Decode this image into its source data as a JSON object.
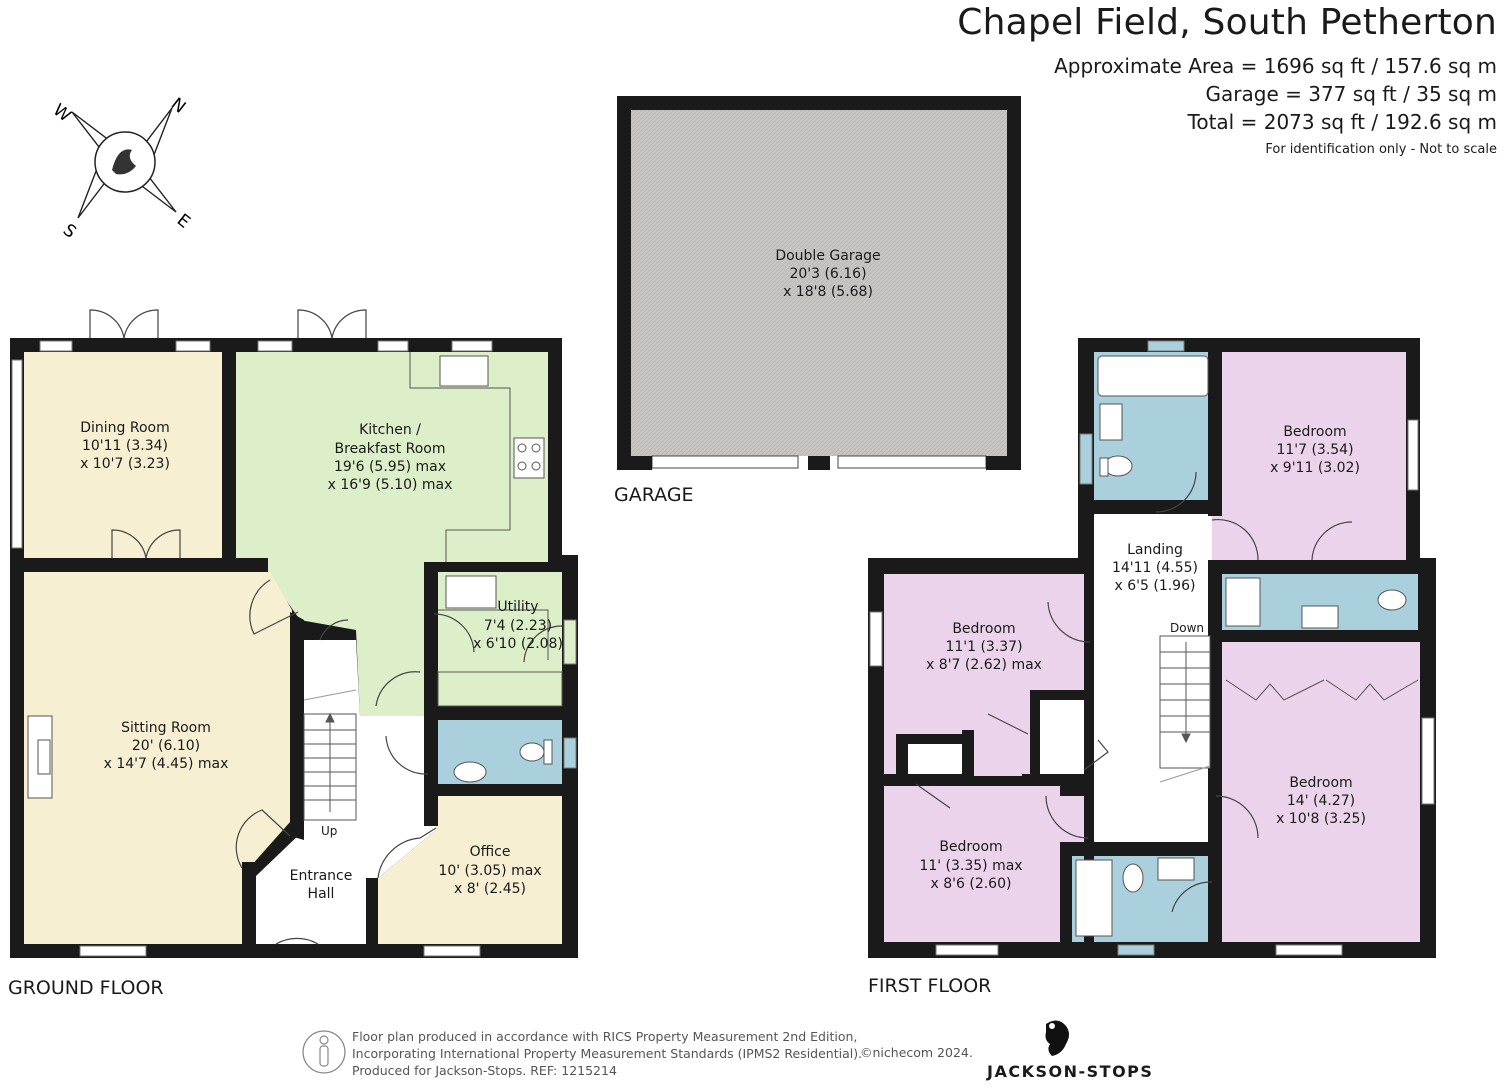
{
  "header": {
    "title": "Chapel Field, South Petherton",
    "area_lines": [
      "Approximate Area = 1696 sq ft / 157.6 sq m",
      "Garage = 377 sq ft / 35 sq m",
      "Total = 2073 sq ft / 192.6 sq m"
    ],
    "note": "For identification only - Not to scale"
  },
  "compass": {
    "n": "N",
    "s": "S",
    "e": "E",
    "w": "W"
  },
  "floors": {
    "garage": "GARAGE",
    "ground": "GROUND FLOOR",
    "first": "FIRST FLOOR"
  },
  "garage_rooms": {
    "double_garage": [
      "Double Garage",
      "20'3 (6.16)",
      "x 18'8 (5.68)"
    ]
  },
  "ground_rooms": {
    "dining": [
      "Dining Room",
      "10'11 (3.34)",
      "x 10'7 (3.23)"
    ],
    "kitchen": [
      "Kitchen /",
      "Breakfast Room",
      "19'6 (5.95) max",
      "x 16'9 (5.10) max"
    ],
    "utility": [
      "Utility",
      "7'4 (2.23)",
      "x 6'10 (2.08)"
    ],
    "sitting": [
      "Sitting Room",
      "20' (6.10)",
      "x 14'7 (4.45) max"
    ],
    "hall": [
      "Entrance",
      "Hall"
    ],
    "office": [
      "Office",
      "10' (3.05) max",
      "x 8' (2.45)"
    ],
    "up": "Up"
  },
  "first_rooms": {
    "bed1": [
      "Bedroom",
      "11'7 (3.54)",
      "x 9'11 (3.02)"
    ],
    "landing": [
      "Landing",
      "14'11 (4.55)",
      "x 6'5 (1.96)"
    ],
    "bed2": [
      "Bedroom",
      "11'1 (3.37)",
      "x 8'7 (2.62) max"
    ],
    "bed3": [
      "Bedroom",
      "14' (4.27)",
      "x 10'8 (3.25)"
    ],
    "bed4": [
      "Bedroom",
      "11' (3.35) max",
      "x 8'6 (2.60)"
    ],
    "down": "Down"
  },
  "colors": {
    "wall": "#1a1a1a",
    "garage_fill": "#c8c6c3",
    "dining_fill": "#f6efd2",
    "kitchen_fill": "#dcefc8",
    "bathroom_fill": "#a9d0dc",
    "bedroom_fill": "#ecd3ec",
    "landing_fill": "#ffffff"
  },
  "footer": {
    "lines": [
      "Floor plan produced in accordance with RICS Property Measurement 2nd Edition,",
      "Incorporating International Property Measurement Standards (IPMS2 Residential).",
      "Produced for Jackson-Stops.   REF:  1215214"
    ],
    "credit": "©nichecom 2024.",
    "brand": "JACKSON-STOPS"
  }
}
